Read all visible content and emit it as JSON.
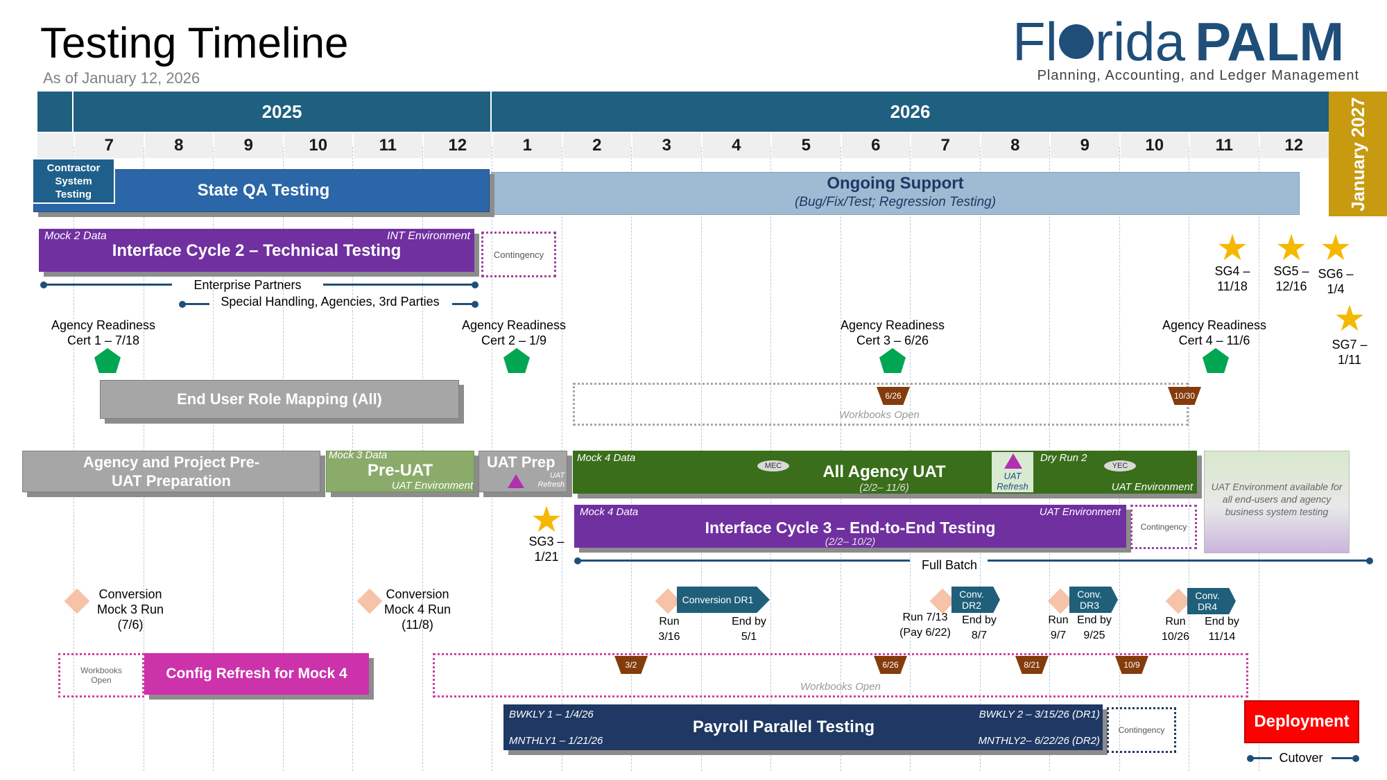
{
  "header": {
    "title": "Testing Timeline",
    "as_of": "As of January 12, 2026",
    "logo_prefix": "Fl",
    "logo_mid": "rida",
    "logo_palm": "PALM",
    "logo_tagline": "Planning, Accounting, and Ledger Management"
  },
  "years": {
    "y2025": "2025",
    "y2026": "2026",
    "y2027": "January 2027"
  },
  "months": [
    "7",
    "8",
    "9",
    "10",
    "11",
    "12",
    "1",
    "2",
    "3",
    "4",
    "5",
    "6",
    "7",
    "8",
    "9",
    "10",
    "11",
    "12"
  ],
  "bars": {
    "contractor": "Contractor System Testing",
    "state_qa": "State QA Testing",
    "ongoing_support": "Ongoing Support",
    "ongoing_support_sub": "(Bug/Fix/Test; Regression Testing)",
    "int2_title": "Interface Cycle 2 – Technical Testing",
    "int2_left": "Mock 2  Data",
    "int2_right": "INT Environment",
    "contingency": "Contingency",
    "enterprise_partners": "Enterprise  Partners",
    "special_handling": "Special Handling, Agencies, 3rd Parties",
    "end_user_role": "End User Role Mapping (All)",
    "workbooks_open": "Workbooks Open",
    "pre_uat_prep": "Agency and Project Pre-UAT Preparation",
    "pre_uat": "Pre-UAT",
    "pre_uat_top": "Mock 3 Data",
    "pre_uat_bottom": "UAT Environment",
    "uat_prep": "UAT Prep",
    "uat_refresh_small": "UAT Refresh",
    "all_agency_uat": "All Agency UAT",
    "all_agency_uat_sub": "(2/2– 11/6)",
    "mock4_data": "Mock 4 Data",
    "mec": "MEC",
    "uat_refresh": "UAT Refresh",
    "dry_run2": "Dry Run 2",
    "yec": "YEC",
    "uat_env": "UAT Environment",
    "uat_env_available": "UAT Environment available for all end-users and agency business system testing",
    "int3_title": "Interface Cycle 3 – End-to-End Testing",
    "int3_sub": "(2/2– 10/2)",
    "full_batch": "Full Batch",
    "config_refresh": "Config Refresh for Mock 4",
    "payroll": "Payroll Parallel Testing",
    "bwkly1": "BWKLY 1 – 1/4/26",
    "mnthly1": "MNTHLY1 – 1/21/26",
    "bwkly2": "BWKLY 2 – 3/15/26 (DR1)",
    "mnthly2": "MNTHLY2– 6/22/26 (DR2)",
    "deployment": "Deployment",
    "cutover": "Cutover"
  },
  "milestones": {
    "ar1": "Agency Readiness Cert 1 – 7/18",
    "ar2": "Agency Readiness Cert 2 – 1/9",
    "ar3": "Agency Readiness Cert 3 – 6/26",
    "ar4": "Agency Readiness Cert 4 – 11/6",
    "sg3": "SG3 – 1/21",
    "sg4": "SG4 – 11/18",
    "sg5": "SG5 – 12/16",
    "sg6": "SG6 – 1/4",
    "sg7": "SG7 – 1/11",
    "wb1": "6/26",
    "wb2": "10/30",
    "wb3": "3/2",
    "wb4": "6/26",
    "wb5": "8/21",
    "wb6": "10/9"
  },
  "conversion": {
    "mock3": "Conversion Mock 3 Run (7/6)",
    "mock4": "Conversion Mock 4 Run (11/8)",
    "dr1": "Conversion DR1",
    "dr1_run": "Run 3/16",
    "dr1_end": "End by 5/1",
    "dr2": "Conv. DR2",
    "dr2_run": "Run 7/13 (Pay 6/22)",
    "dr2_end": "End by 8/7",
    "dr3": "Conv. DR3",
    "dr3_run": "Run 9/7",
    "dr3_end": "End by 9/25",
    "dr4": "Conv. DR4",
    "dr4_run": "Run 10/26",
    "dr4_end": "End by 11/14"
  }
}
